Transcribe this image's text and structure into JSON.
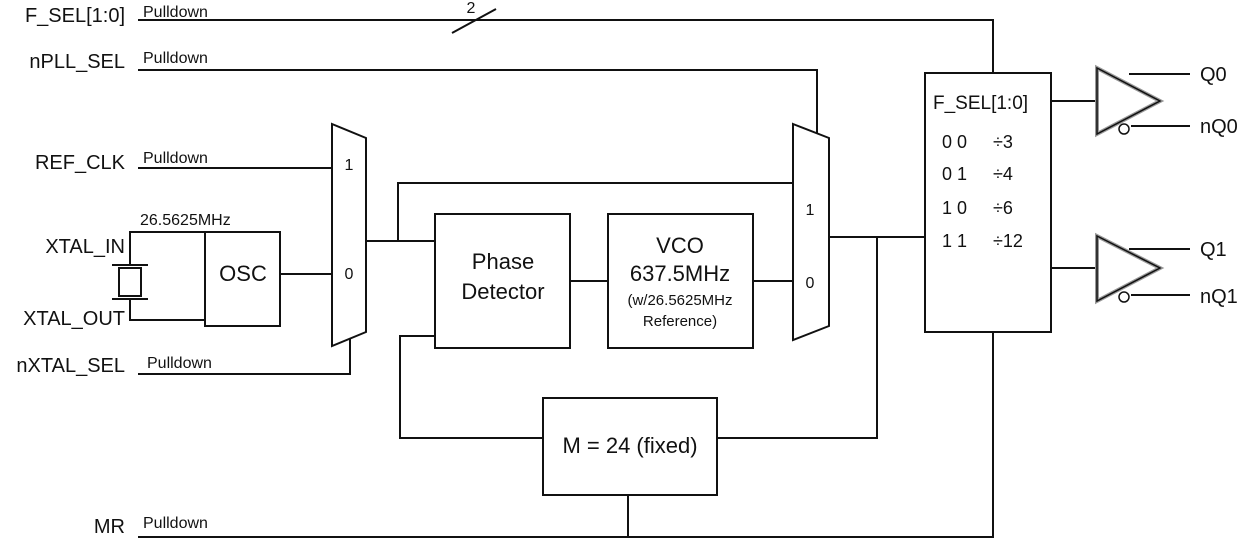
{
  "inputs": {
    "f_sel": {
      "label": "F_SEL[1:0]",
      "pull": "Pulldown",
      "bus_width": "2"
    },
    "npll_sel": {
      "label": "nPLL_SEL",
      "pull": "Pulldown"
    },
    "ref_clk": {
      "label": "REF_CLK",
      "pull": "Pulldown"
    },
    "xtal_in": {
      "label": "XTAL_IN"
    },
    "xtal_out": {
      "label": "XTAL_OUT"
    },
    "nxtal_sel": {
      "label": "nXTAL_SEL",
      "pull": "Pulldown"
    },
    "mr": {
      "label": "MR",
      "pull": "Pulldown"
    }
  },
  "blocks": {
    "crystal_freq": "26.5625MHz",
    "osc": "OSC",
    "mux1": {
      "in1": "1",
      "in0": "0"
    },
    "phase_detector": [
      "Phase",
      "Detector"
    ],
    "vco": {
      "name": "VCO",
      "freq": "637.5MHz",
      "note_line1": "(w/26.5625MHz",
      "note_line2": "Reference)"
    },
    "mux2": {
      "in1": "1",
      "in0": "0"
    },
    "feedback_divider": "M = 24 (fixed)",
    "output_divider": {
      "title": "F_SEL[1:0]",
      "rows": [
        {
          "code": "0 0",
          "ratio": "÷3"
        },
        {
          "code": "0 1",
          "ratio": "÷4"
        },
        {
          "code": "1 0",
          "ratio": "÷6"
        },
        {
          "code": "1 1",
          "ratio": "÷12"
        }
      ]
    }
  },
  "outputs": {
    "q0": "Q0",
    "nq0": "nQ0",
    "q1": "Q1",
    "nq1": "nQ1"
  }
}
